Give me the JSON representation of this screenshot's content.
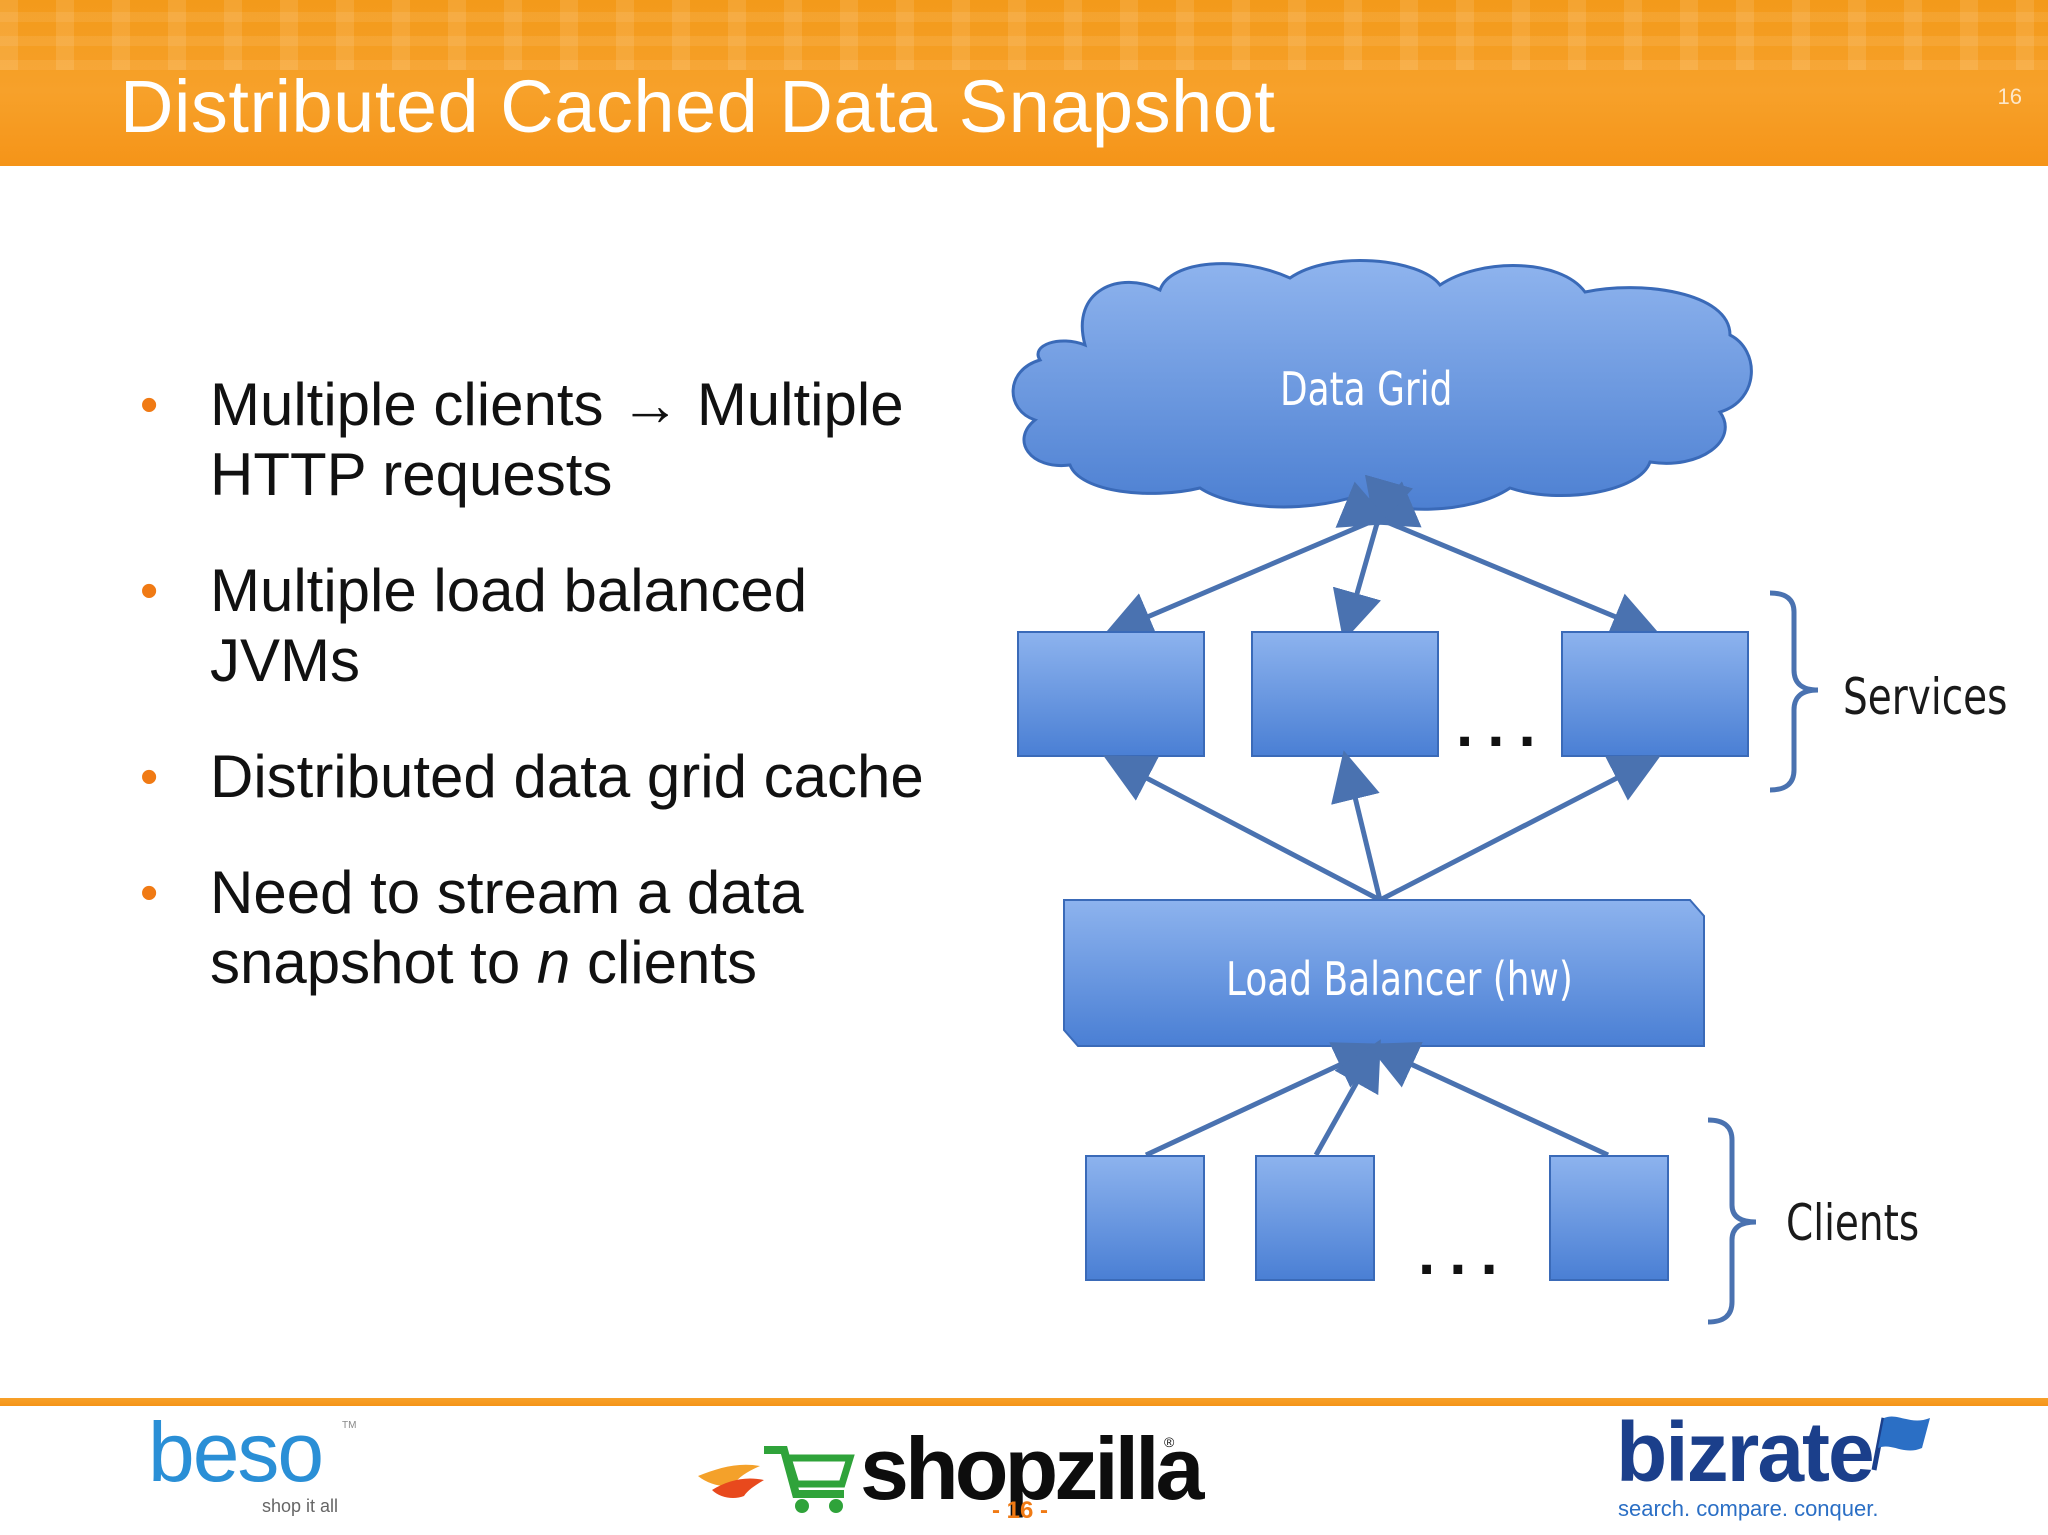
{
  "slide": {
    "title": "Distributed Cached Data Snapshot",
    "corner_number": "16",
    "page_number": "- 16 -"
  },
  "bullets": [
    {
      "lines": [
        "Multiple clients → Multiple",
        "HTTP requests"
      ]
    },
    {
      "lines": [
        "Multiple load balanced",
        "JVMs"
      ]
    },
    {
      "lines": [
        "Distributed data grid cache"
      ]
    },
    {
      "lines": [
        "Need to stream a data",
        "snapshot to "
      ],
      "italic_tail": "n",
      "tail": " clients"
    }
  ],
  "diagram": {
    "cloud_label": "Data Grid",
    "load_balancer_label": "Load Balancer (hw)",
    "services_label": "Services",
    "clients_label": "Clients",
    "ellipsis": "...",
    "colors": {
      "box_fill_top": "#8db3ee",
      "box_fill_bottom": "#4a7fd4",
      "box_stroke": "#3a6ab8",
      "arrow": "#4a72b0",
      "brace": "#4a72b0"
    }
  },
  "footer": {
    "beso_name": "beso",
    "beso_tagline": "shop it all",
    "beso_tm": "TM",
    "shopzilla_name": "shopzilla",
    "shopzilla_reg": "®",
    "bizrate_name": "bizrate",
    "bizrate_tagline": "search. compare. conquer.",
    "colors": {
      "accent": "#f07a14",
      "beso": "#2a8fd6",
      "bizrate": "#1b3f8b"
    }
  }
}
